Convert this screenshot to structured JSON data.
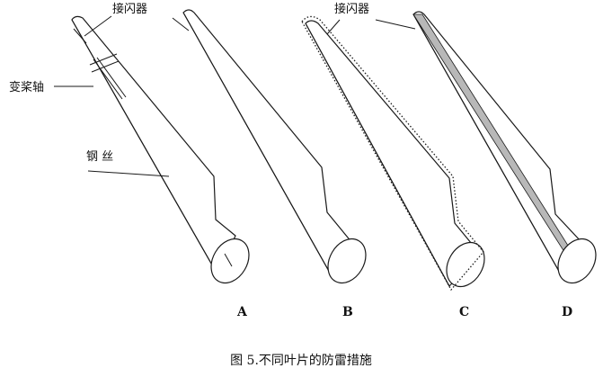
{
  "labels": {
    "lightning_receptor_1": "接闪器",
    "lightning_receptor_2": "接闪器",
    "pitch_axis": "变桨轴",
    "steel_wire": "钢 丝"
  },
  "blade_letters": [
    "A",
    "B",
    "C",
    "D"
  ],
  "caption": "图 5.不同叶片的防雷措施"
}
